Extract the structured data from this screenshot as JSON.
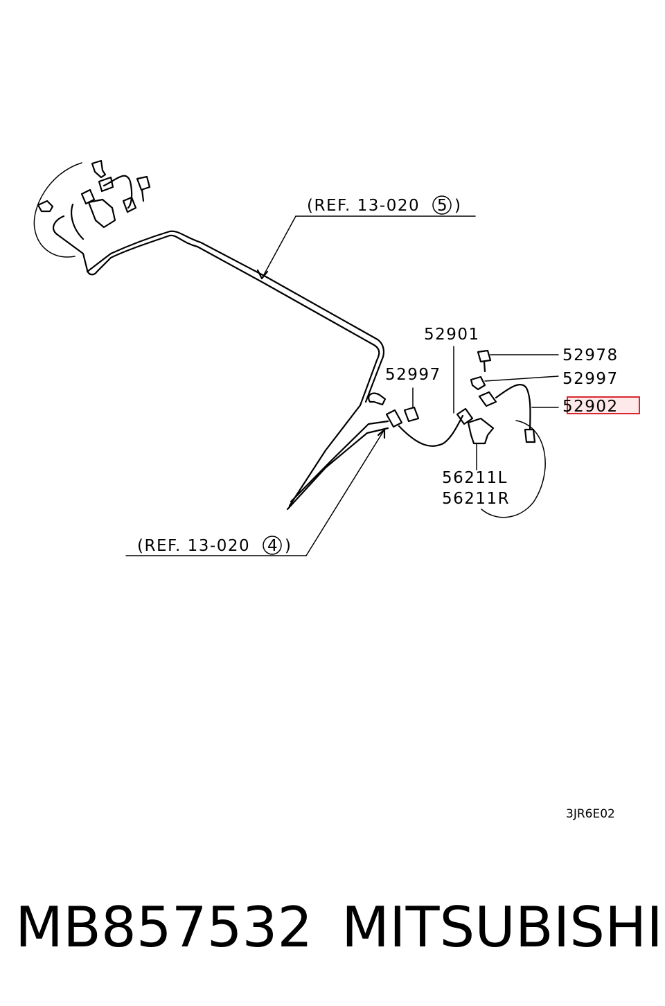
{
  "callouts": {
    "ref_top": "(REF. 13-020",
    "ref_top_num": "5",
    "ref_top_close": ")",
    "ref_bottom": "(REF. 13-020",
    "ref_bottom_num": "4",
    "ref_bottom_close": ")",
    "p52901": "52901",
    "p52978": "52978",
    "p52997_left": "52997",
    "p52997_right": "52997",
    "p52902": "52902",
    "p56211L": "56211L",
    "p56211R": "56211R"
  },
  "diagram_code": "3JR6E02",
  "footer": {
    "part_number": "MB857532",
    "brand": "MITSUBISHI"
  },
  "highlight_color": "#d9262e",
  "highlight_fill": "#fde8ea"
}
